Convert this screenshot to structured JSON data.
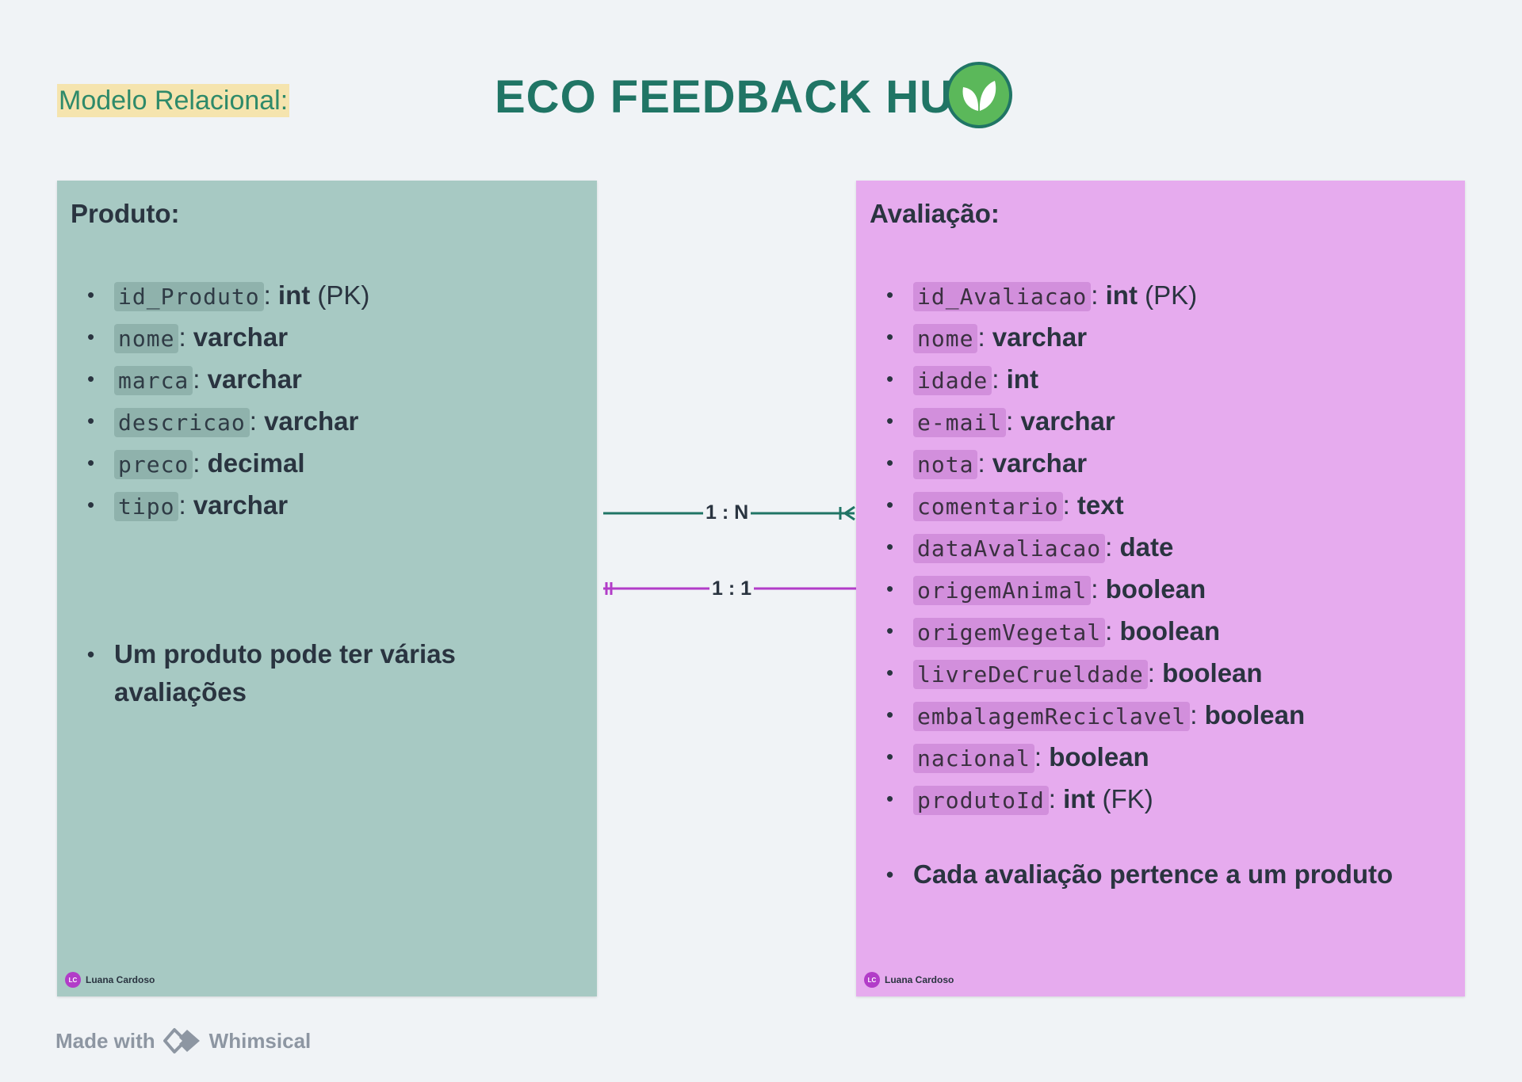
{
  "header": {
    "section_label": "Modelo Relacional:",
    "title": "ECO FEEDBACK HUB",
    "logo_icon": "leaf-icon"
  },
  "entities": {
    "produto": {
      "title": "Produto:",
      "color": "#a7c9c3",
      "attributes": [
        {
          "name": "id_Produto",
          "sep": ": ",
          "type": "int",
          "suffix": " (PK)"
        },
        {
          "name": "nome",
          "sep": ": ",
          "type": "varchar",
          "suffix": ""
        },
        {
          "name": "marca",
          "sep": ": ",
          "type": "varchar",
          "suffix": ""
        },
        {
          "name": "descricao",
          "sep": ": ",
          "type": "varchar",
          "suffix": ""
        },
        {
          "name": "preco",
          "sep": ": ",
          "type": "decimal",
          "suffix": ""
        },
        {
          "name": "tipo",
          "sep": ": ",
          "type": "varchar",
          "suffix": ""
        }
      ],
      "note": "Um produto pode ter várias avaliações",
      "author": {
        "initials": "LC",
        "name": "Luana Cardoso"
      }
    },
    "avaliacao": {
      "title": "Avaliação:",
      "color": "#e6abee",
      "attributes": [
        {
          "name": "id_Avaliacao",
          "sep": ": ",
          "type": "int",
          "suffix": " (PK)"
        },
        {
          "name": "nome",
          "sep": ": ",
          "type": "varchar",
          "suffix": ""
        },
        {
          "name": "idade",
          "sep": ": ",
          "type": "int",
          "suffix": ""
        },
        {
          "name": "e-mail",
          "sep": ": ",
          "type": "varchar",
          "suffix": ""
        },
        {
          "name": "nota",
          "sep": ": ",
          "type": "varchar",
          "suffix": ""
        },
        {
          "name": "comentario",
          "sep": ": ",
          "type": "text",
          "suffix": ""
        },
        {
          "name": "dataAvaliacao",
          "sep": ": ",
          "type": "date",
          "suffix": ""
        },
        {
          "name": "origemAnimal",
          "sep": ": ",
          "type": "boolean",
          "suffix": ""
        },
        {
          "name": "origemVegetal",
          "sep": ": ",
          "type": "boolean",
          "suffix": ""
        },
        {
          "name": "livreDeCrueldade",
          "sep": ": ",
          "type": "boolean",
          "suffix": ""
        },
        {
          "name": "embalagemReciclavel",
          "sep": ": ",
          "type": "boolean",
          "suffix": ""
        },
        {
          "name": "nacional",
          "sep": ": ",
          "type": "boolean",
          "suffix": ""
        },
        {
          "name": "produtoId",
          "sep": ": ",
          "type": "int",
          "suffix": " (FK)"
        }
      ],
      "note": "Cada avaliação pertence a um produto",
      "author": {
        "initials": "LC",
        "name": "Luana Cardoso"
      }
    }
  },
  "relationships": [
    {
      "label": "1 : N",
      "from": "Produto",
      "to": "Avaliação",
      "color": "#207565"
    },
    {
      "label": "1 : 1",
      "from": "Avaliação",
      "to": "Produto",
      "color": "#b23cc8"
    }
  ],
  "footer": {
    "made_with": "Made with",
    "brand": "Whimsical"
  },
  "colors": {
    "background": "#f0f3f6",
    "title": "#207565",
    "label_highlight": "#f5e4ae",
    "logo_green": "#5bb85a"
  }
}
